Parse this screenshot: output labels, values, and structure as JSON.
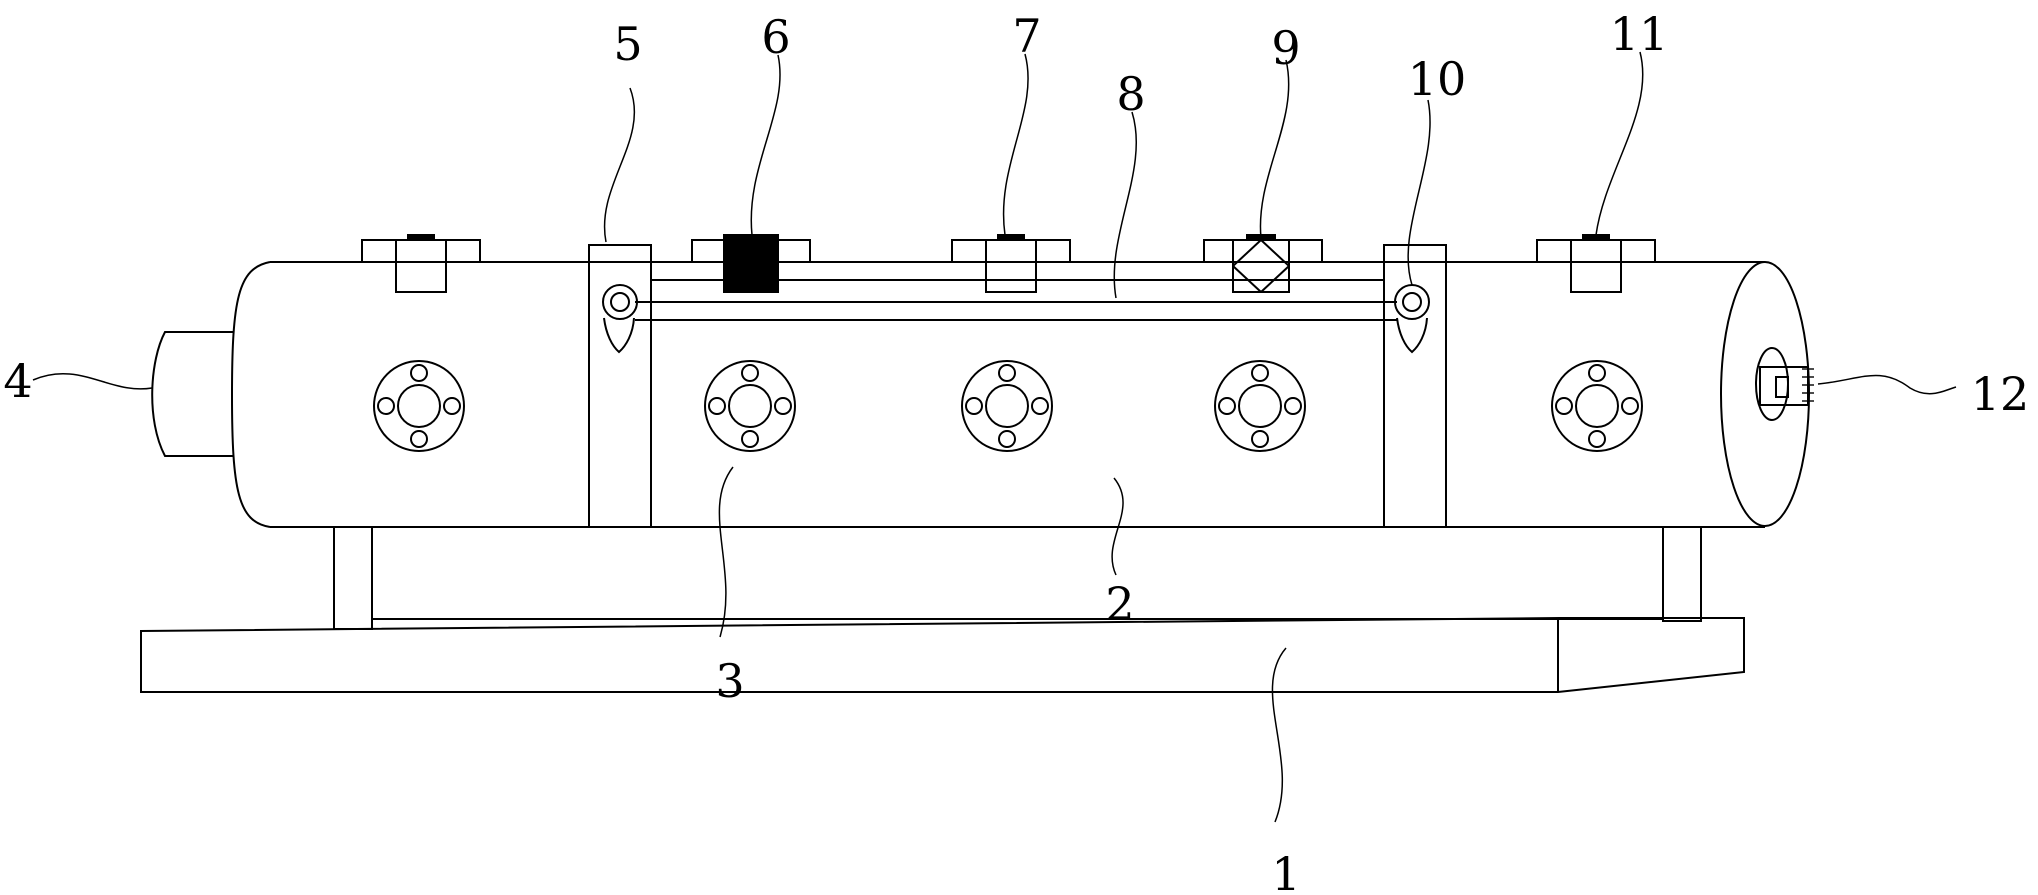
{
  "callouts": [
    {
      "id": "c1",
      "text": "1"
    },
    {
      "id": "c2",
      "text": "2"
    },
    {
      "id": "c3",
      "text": "3"
    },
    {
      "id": "c4",
      "text": "4"
    },
    {
      "id": "c5",
      "text": "5"
    },
    {
      "id": "c6",
      "text": "6"
    },
    {
      "id": "c7",
      "text": "7"
    },
    {
      "id": "c8",
      "text": "8"
    },
    {
      "id": "c9",
      "text": "9"
    },
    {
      "id": "c10",
      "text": "10"
    },
    {
      "id": "c11",
      "text": "11"
    },
    {
      "id": "c12",
      "text": "12"
    }
  ],
  "colors": {
    "line": "#000000",
    "background": "#ffffff"
  }
}
